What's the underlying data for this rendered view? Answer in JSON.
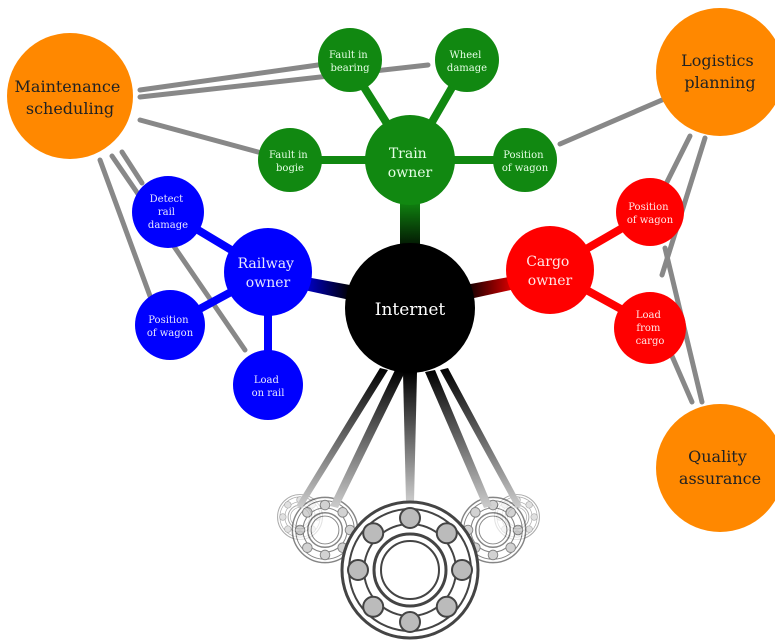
{
  "diagram": {
    "center": {
      "label": "Internet"
    },
    "branches": {
      "train": {
        "title": [
          "Train",
          "owner"
        ],
        "leaves": [
          {
            "id": "fault-in-bearing",
            "lines": [
              "Fault in",
              "bearing"
            ]
          },
          {
            "id": "wheel-damage",
            "lines": [
              "Wheel",
              "damage"
            ]
          },
          {
            "id": "fault-in-bogie",
            "lines": [
              "Fault in",
              "bogie"
            ]
          },
          {
            "id": "position-of-wagon-train",
            "lines": [
              "Position",
              "of wagon"
            ]
          }
        ]
      },
      "railway": {
        "title": [
          "Railway",
          "owner"
        ],
        "leaves": [
          {
            "id": "detect-rail-damage",
            "lines": [
              "Detect",
              "rail",
              "damage"
            ]
          },
          {
            "id": "position-of-wagon-railway",
            "lines": [
              "Position",
              "of wagon"
            ]
          },
          {
            "id": "load-on-rail",
            "lines": [
              "Load",
              "on rail"
            ]
          }
        ]
      },
      "cargo": {
        "title": [
          "Cargo",
          "owner"
        ],
        "leaves": [
          {
            "id": "position-of-wagon-cargo",
            "lines": [
              "Position",
              "of wagon"
            ]
          },
          {
            "id": "load-from-cargo",
            "lines": [
              "Load",
              "from",
              "cargo"
            ]
          }
        ]
      }
    },
    "services": {
      "maintenance": {
        "lines": [
          "Maintenance",
          "scheduling"
        ]
      },
      "logistics": {
        "lines": [
          "Logistics",
          "planning"
        ]
      },
      "quality": {
        "lines": [
          "Quality",
          "assurance"
        ]
      }
    },
    "colors": {
      "center": "#000000",
      "train": "#118811",
      "railway": "#0000ff",
      "cargo": "#ff0000",
      "service": "#ff8800",
      "connector": "#808080"
    }
  }
}
